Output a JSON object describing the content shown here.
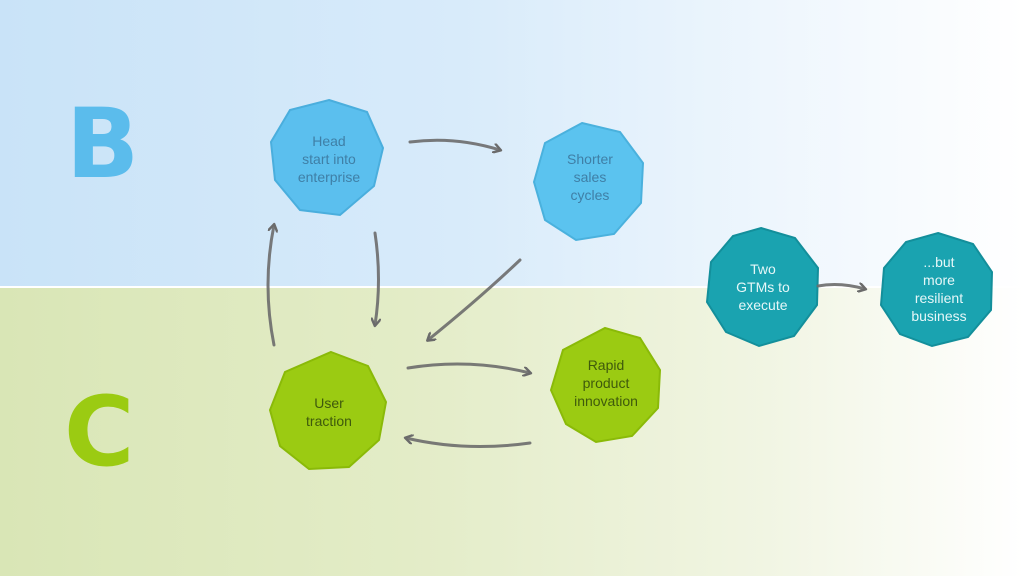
{
  "segments": {
    "b_label": "B",
    "c_label": "C"
  },
  "nodes": {
    "head_start": "Head\nstart into\nenterprise",
    "shorter_sales": "Shorter\nsales\ncycles",
    "user_traction": "User\ntraction",
    "rapid_innovation": "Rapid\nproduct\ninnovation",
    "two_gtms": "Two\nGTMs to\nexecute",
    "resilient": "...but\nmore\nresilient\nbusiness"
  },
  "colors": {
    "b_accent": "#5bbcec",
    "c_accent": "#9bcb12",
    "teal": "#1aa3b0",
    "arrow": "#6b6b6b"
  }
}
